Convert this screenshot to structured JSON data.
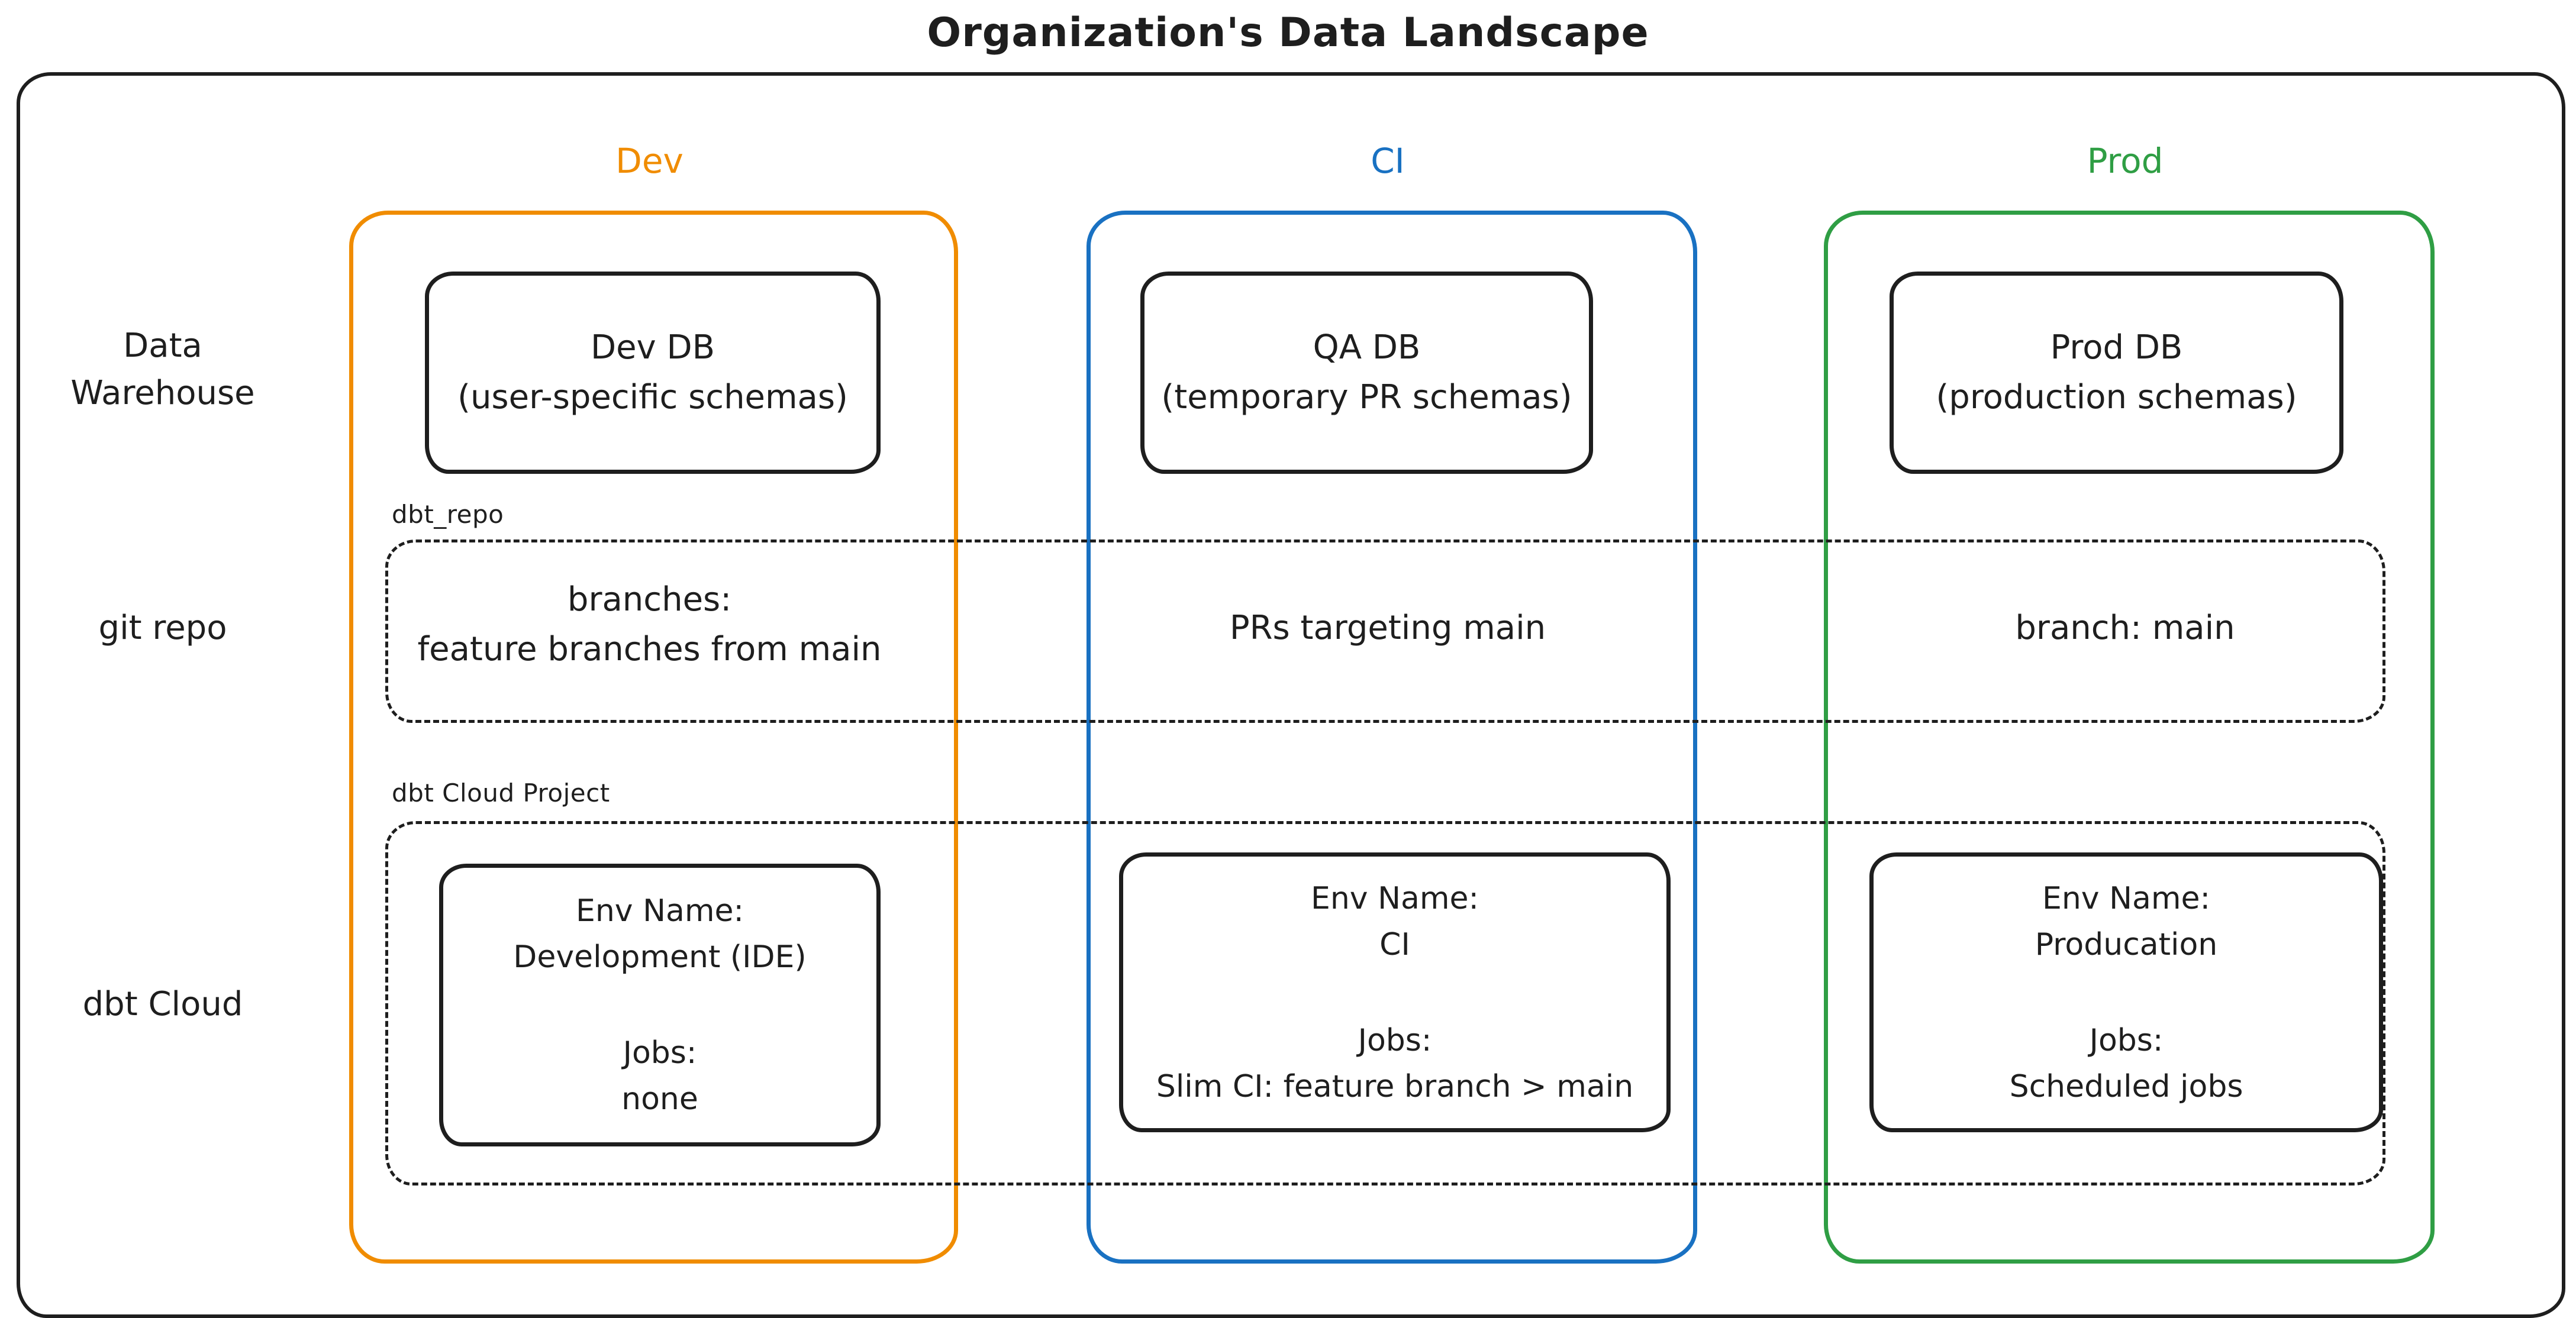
{
  "title": "Organization's Data Landscape",
  "ink_color": "#1e1e1e",
  "row_labels": {
    "warehouse": "Data\nWarehouse",
    "git": "git repo",
    "dbt": "dbt Cloud"
  },
  "dashed_sections": {
    "repo_label": "dbt_repo",
    "project_label": "dbt Cloud Project"
  },
  "columns": [
    {
      "id": "dev",
      "label": "Dev",
      "color": "#f08c00",
      "db_box": "Dev DB\n(user-specific schemas)",
      "git_text": "branches:\nfeature branches from main",
      "env_label": "Env Name:",
      "env_name": "Development (IDE)",
      "jobs_label": "Jobs:",
      "jobs": "none"
    },
    {
      "id": "ci",
      "label": "CI",
      "color": "#1971c2",
      "db_box": "QA DB\n(temporary PR schemas)",
      "git_text": "PRs targeting main",
      "env_label": "Env Name:",
      "env_name": "CI",
      "jobs_label": "Jobs:",
      "jobs": "Slim CI: feature branch > main"
    },
    {
      "id": "prod",
      "label": "Prod",
      "color": "#2f9e44",
      "db_box": "Prod DB\n(production schemas)",
      "git_text": "branch: main",
      "env_label": "Env Name:",
      "env_name": "Producation",
      "jobs_label": "Jobs:",
      "jobs": "Scheduled jobs"
    }
  ]
}
